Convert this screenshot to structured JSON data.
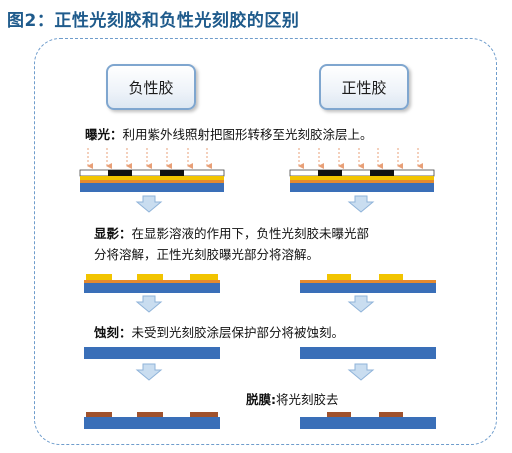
{
  "title": "图2：正性光刻胶和负性光刻胶的区别",
  "headers": {
    "negative": "负性胶",
    "positive": "正性胶"
  },
  "steps": {
    "exposure": {
      "term": "曝光：",
      "desc": "利用紫外线照射把图形转移至光刻胶涂层上。"
    },
    "develop": {
      "term": "显影：",
      "desc_line1": "在显影溶液的作用下，负性光刻胶未曝光部",
      "desc_line2": "分将溶解，正性光刻胶曝光部分将溶解。"
    },
    "etch": {
      "term": "蚀刻：",
      "desc": "未受到光刻胶涂层保护部分将被蚀刻。"
    },
    "strip": {
      "term": "脱膜:",
      "desc": "将光刻胶去"
    }
  },
  "colors": {
    "title": "#1f5b8c",
    "frame_border": "#6e9ccc",
    "substrate": "#3a6fb8",
    "oxide": "#e58a2e",
    "resist": "#f2c400",
    "mask": "#111111",
    "stripped_resist": "#a0522d",
    "uv_arrow": "#e8a078",
    "flow_arrow": "#c9ddf0"
  }
}
